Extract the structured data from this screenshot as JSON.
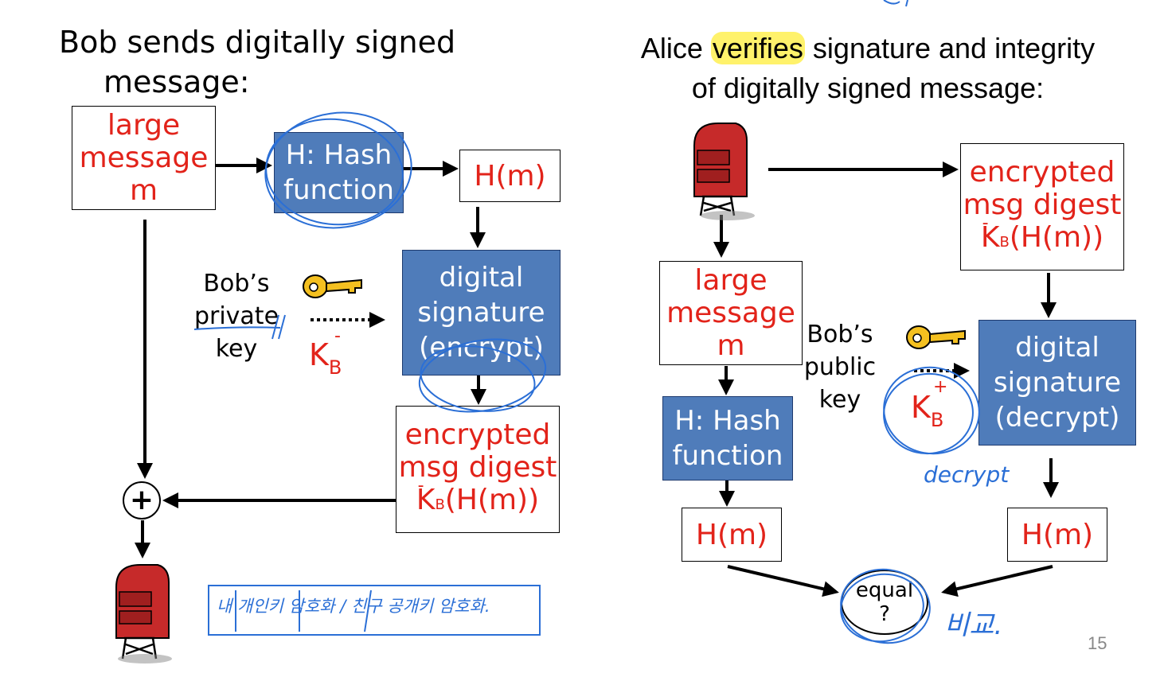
{
  "left": {
    "heading_line1": "Bob sends digitally signed",
    "heading_line2": "message:",
    "large_message": [
      "large",
      "message",
      "m"
    ],
    "hash_function": [
      "H: Hash",
      "function"
    ],
    "hm": "H(m)",
    "bobs_private_key": [
      "Bob’s",
      "private",
      "key"
    ],
    "k_letter": "K",
    "k_sub": "B",
    "k_sup": "-",
    "digital_signature": [
      "digital",
      "signature",
      "(encrypt)"
    ],
    "encrypted_digest": [
      "encrypted",
      "msg digest",
      "K",
      "B",
      "-",
      "(H(m))"
    ],
    "plus": "+"
  },
  "right": {
    "heading_pre": "Alice ",
    "heading_highlight": "verifies",
    "heading_post": " signature and integrity",
    "heading_line2": "of digitally signed message:",
    "encrypted_digest": [
      "encrypted",
      "msg digest",
      "K",
      "B",
      "-",
      "(H(m))"
    ],
    "large_message": [
      "large",
      "message",
      "m"
    ],
    "bobs_public_key": [
      "Bob’s",
      "public",
      "key"
    ],
    "k_letter": "K",
    "k_sub": "B",
    "k_sup": "+",
    "digital_signature": [
      "digital",
      "signature",
      "(decrypt)"
    ],
    "hash_function": [
      "H: Hash",
      "function"
    ],
    "hm_left": "H(m)",
    "hm_right": "H(m)",
    "equal": [
      "equal",
      "?"
    ]
  },
  "annotations": {
    "memo_left": "내 개인키 암호화 / 친구 공개키 암호화.",
    "memo_decrypt": "decrypt",
    "memo_compare": "비교."
  },
  "page_number": "15",
  "colors": {
    "red_text": "#e2231a",
    "blue_box": "#4f7cba",
    "ink_blue": "#2b6fd6",
    "highlight": "#fff26b"
  }
}
